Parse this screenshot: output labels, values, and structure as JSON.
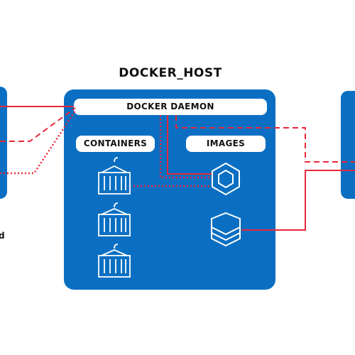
{
  "title": "DOCKER_HOST",
  "daemon_label": "DOCKER DAEMON",
  "containers_label": "CONTAINERS",
  "images_label": "IMAGES",
  "left_cut_label": "d",
  "colors": {
    "panel": "#0a6fc2",
    "line": "#e8283c",
    "pill": "#ffffff",
    "text": "#111111"
  },
  "icons": [
    "shipping-container-icon",
    "hexagon-image-icon",
    "stacked-hexagon-image-icon"
  ]
}
